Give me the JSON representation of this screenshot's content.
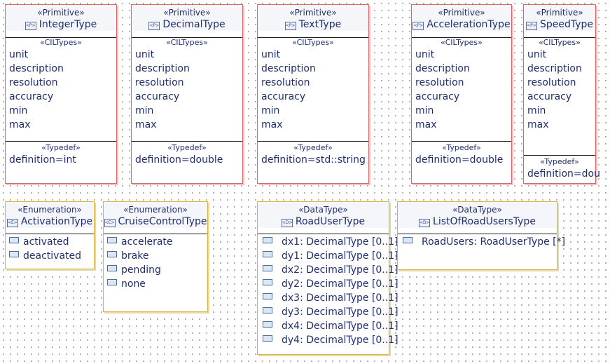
{
  "primitives": [
    {
      "stereotype": "«Primitive»",
      "icon": "<P>",
      "name": "IntegerType",
      "cil_stereotype": "«CILTypes»",
      "attributes": [
        "unit",
        "description",
        "resolution",
        "accuracy",
        "min",
        "max"
      ],
      "typedef_stereotype": "«Typedef»",
      "definition": "definition=int"
    },
    {
      "stereotype": "«Primitive»",
      "icon": "<P>",
      "name": "DecimalType",
      "cil_stereotype": "«CILTypes»",
      "attributes": [
        "unit",
        "description",
        "resolution",
        "accuracy",
        "min",
        "max"
      ],
      "typedef_stereotype": "«Typedef»",
      "definition": "definition=double"
    },
    {
      "stereotype": "«Primitive»",
      "icon": "<P>",
      "name": "TextType",
      "cil_stereotype": "«CILTypes»",
      "attributes": [
        "unit",
        "description",
        "resolution",
        "accuracy",
        "min",
        "max"
      ],
      "typedef_stereotype": "«Typedef»",
      "definition": "definition=std::string"
    },
    {
      "stereotype": "«Primitive»",
      "icon": "<P>",
      "name": "AccelerationType",
      "cil_stereotype": "«CILTypes»",
      "attributes": [
        "unit",
        "description",
        "resolution",
        "accuracy",
        "min",
        "max"
      ],
      "typedef_stereotype": "«Typedef»",
      "definition": "definition=double"
    },
    {
      "stereotype": "«Primitive»",
      "icon": "<P>",
      "name": "SpeedType",
      "cil_stereotype": "«CILTypes»",
      "attributes": [
        "unit",
        "description",
        "resolution",
        "accuracy",
        "min",
        "max"
      ],
      "typedef_stereotype": "«Typedef»",
      "definition": "definition=dou"
    }
  ],
  "enumerations": [
    {
      "stereotype": "«Enumeration»",
      "icon": "<E>",
      "name": "ActivationType",
      "literals": [
        "activated",
        "deactivated"
      ]
    },
    {
      "stereotype": "«Enumeration»",
      "icon": "<E>",
      "name": "CruiseControlType",
      "literals": [
        "accelerate",
        "brake",
        "pending",
        "none"
      ]
    }
  ],
  "datatypes": [
    {
      "stereotype": "«DataType»",
      "icon": "<D>",
      "name": "RoadUserType",
      "properties": [
        "dx1: DecimalType [0..1]",
        "dy1: DecimalType [0..1]",
        "dx2: DecimalType [0..1]",
        "dy2: DecimalType [0..1]",
        "dx3: DecimalType [0..1]",
        "dy3: DecimalType [0..1]",
        "dx4: DecimalType [0..1]",
        "dy4: DecimalType [0..1]"
      ]
    },
    {
      "stereotype": "«DataType»",
      "icon": "<D>",
      "name": "ListOfRoadUsersType",
      "properties": [
        "RoadUsers: RoadUserType [*]"
      ]
    }
  ]
}
